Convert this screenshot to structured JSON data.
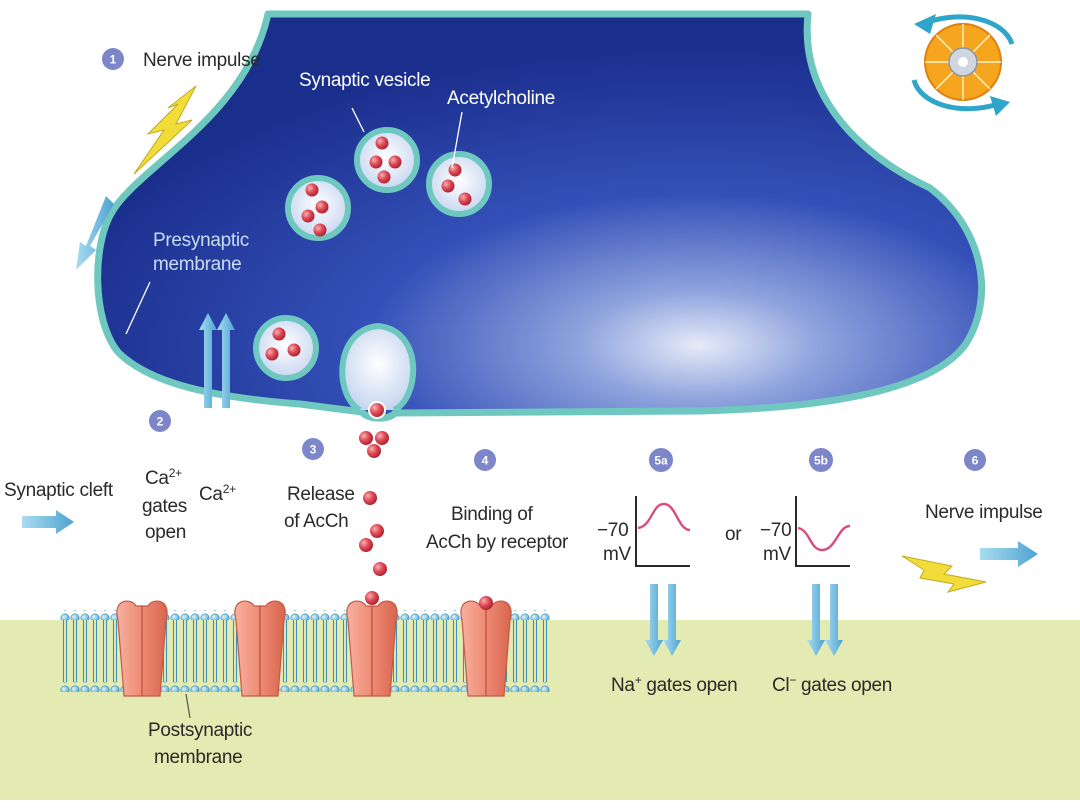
{
  "labels": {
    "nerve_impulse_in": "Nerve impulse",
    "synaptic_vesicle": "Synaptic vesicle",
    "acetylcholine": "Acetylcholine",
    "presynaptic_1": "Presynaptic",
    "presynaptic_2": "membrane",
    "synaptic_cleft": "Synaptic cleft",
    "ca_gates_1": "Ca",
    "ca_gates_sup": "2+",
    "ca_gates_2": "gates",
    "ca_gates_3": "open",
    "ca_ion": "Ca",
    "ca_ion_sup": "2+",
    "release_1": "Release",
    "release_2": "of AcCh",
    "binding_1": "Binding of",
    "binding_2": "AcCh by receptor",
    "mv_a_value": "−70",
    "mv_a_unit": "mV",
    "or": "or",
    "mv_b_value": "−70",
    "mv_b_unit": "mV",
    "na_gates": "Na",
    "na_sup": "+",
    "na_gates_rest": " gates open",
    "cl_gates": "Cl",
    "cl_sup": "−",
    "cl_gates_rest": " gates open",
    "nerve_impulse_out": "Nerve impulse",
    "postsynaptic_1": "Postsynaptic",
    "postsynaptic_2": "membrane"
  },
  "steps": {
    "s1": "1",
    "s2": "2",
    "s3": "3",
    "s4": "4",
    "s5a": "5a",
    "s5b": "5b",
    "s6": "6"
  },
  "colors": {
    "terminal": "#1f3a9e",
    "membrane_outline": "#6fc8c0",
    "vesicle": "#d8e4f6",
    "acetylcholine": "#d9434e",
    "receptor": "#ef8f7a",
    "postsynaptic_bg": "#e3ebb2",
    "arrow": "#7ec2e4",
    "lightning": "#f1dd3a",
    "step_badge": "#7c86c8",
    "trace": "#d94f7a"
  },
  "icons": {
    "logo": "cd-disc-icon"
  }
}
